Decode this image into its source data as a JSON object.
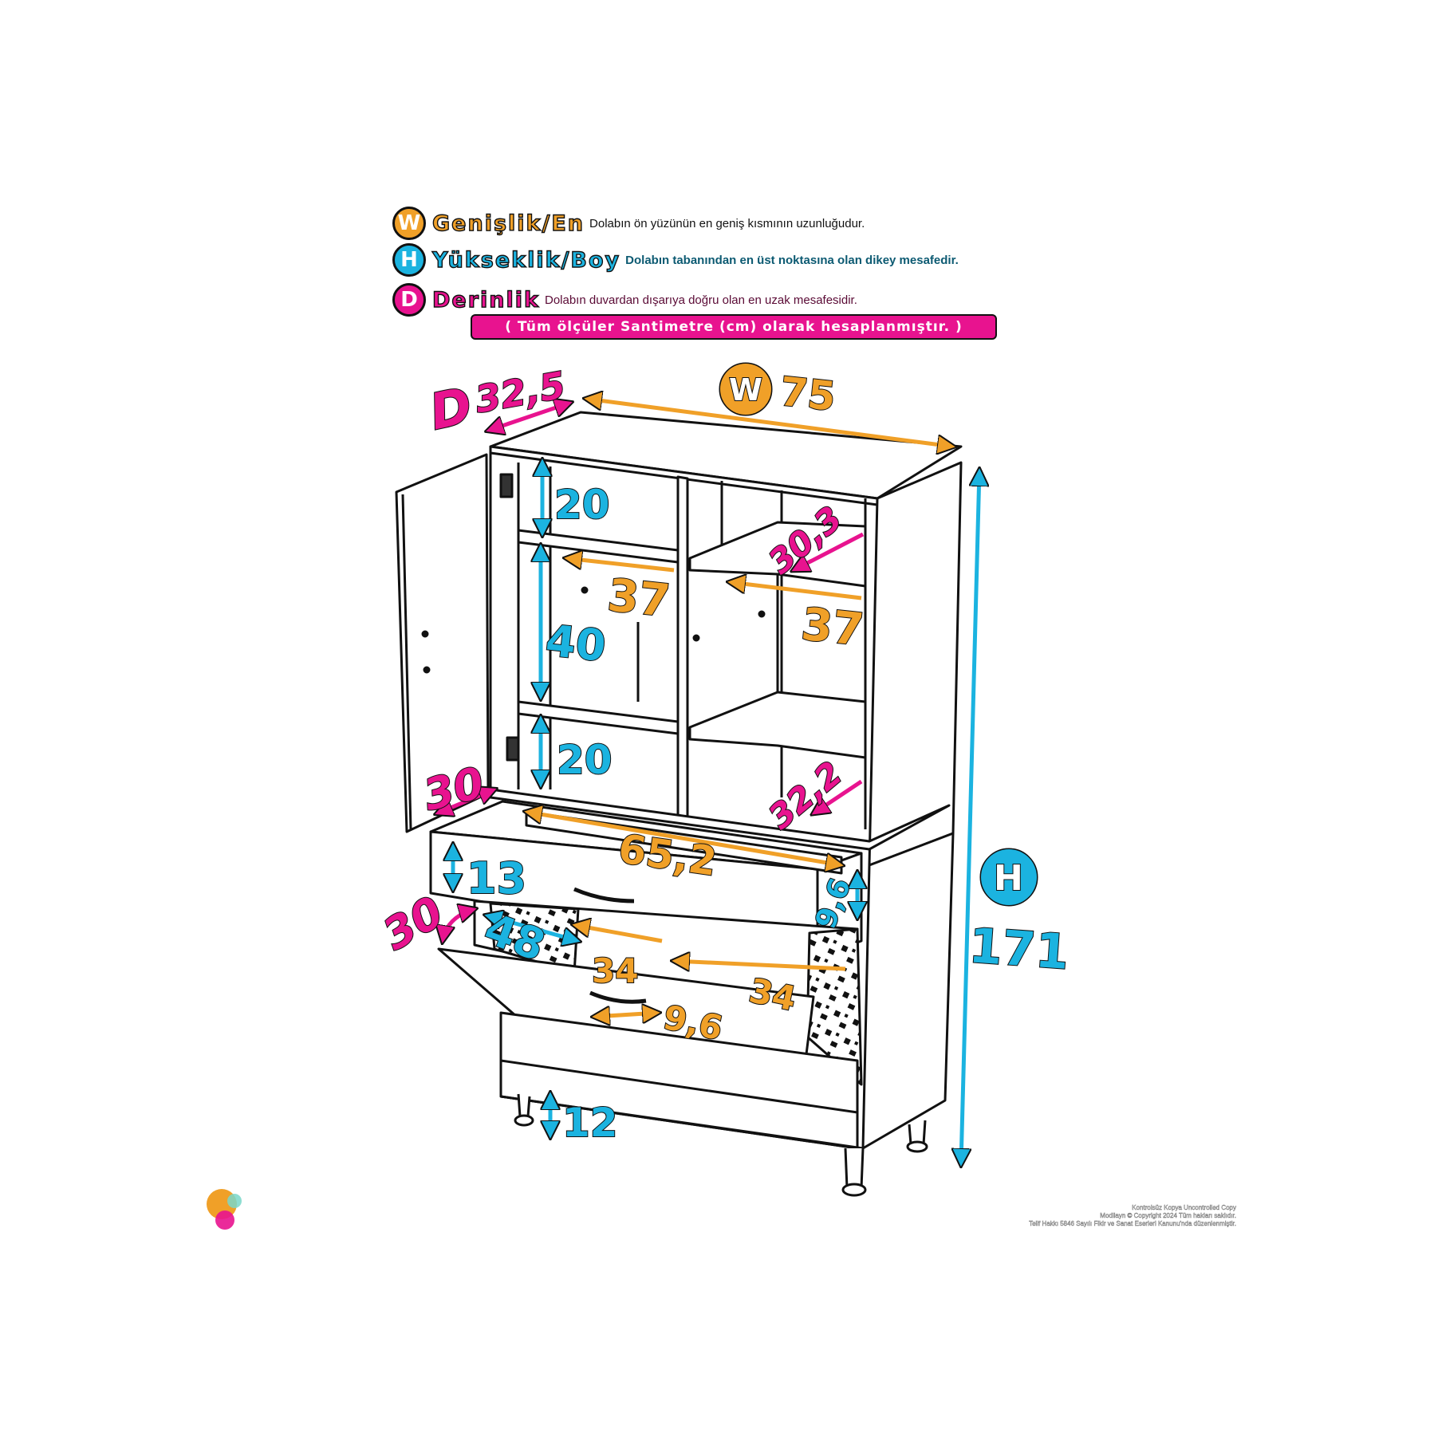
{
  "legend": {
    "width": {
      "badge": "W",
      "title": "Genişlik/En",
      "description": "Dolabın ön yüzünün en geniş kısmının uzunluğudur."
    },
    "height": {
      "badge": "H",
      "title": "Yükseklik/Boy",
      "description": "Dolabın tabanından en üst noktasına olan dikey mesafedir."
    },
    "depth": {
      "badge": "D",
      "title": "Derinlik",
      "description": "Dolabın duvardan dışarıya doğru olan en uzak mesafesidir."
    },
    "note": "( Tüm ölçüler Santimetre (cm) olarak hesaplanmıştır. )"
  },
  "colors": {
    "width": "#f0a028",
    "height": "#1bb3e0",
    "depth": "#e8138f",
    "outline": "#111111"
  },
  "dimensions": {
    "depth_badge": "D",
    "depth_value": "32,5",
    "width_badge": "W",
    "width_value": "75",
    "height_badge": "H",
    "height_value": "171",
    "shelf_top_left": "20",
    "shelf_mid_left": "40",
    "shelf_low_left": "20",
    "shelf_depth_right": "30,3",
    "shelf_width_left": "37",
    "shelf_width_right": "37",
    "door_depth": "30",
    "lower_shelf_depth": "32,2",
    "drawer_width": "65,2",
    "drawer_height": "13",
    "drawer_inner_height": "9,6",
    "flap_angle": "30",
    "flap_height": "48",
    "shoe_width_left": "34",
    "shoe_width_right": "34",
    "handle_width": "9,6",
    "leg_height": "12"
  },
  "copyright": [
    "Kontrolsüz Kopya Uncontrolled Copy",
    "Modilayn © Copyright 2024 Tüm hakları saklıdır.",
    "Telif Hakkı 5846 Sayılı Fikir ve Sanat Eserleri Kanunu'nda düzenlenmiştir."
  ]
}
